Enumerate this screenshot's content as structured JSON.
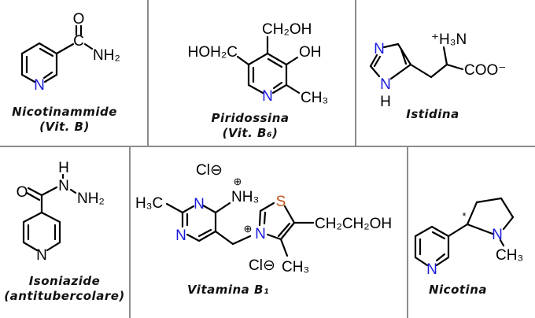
{
  "compounds": [
    {
      "name": "Nicotinammide",
      "subtitle": "(Vit. B)",
      "atoms": {
        "O": "O",
        "C": "C",
        "NH2": "NH₂",
        "N": "N"
      }
    },
    {
      "name": "Piridossina",
      "subtitle": "(Vit. B₆)",
      "atoms": {
        "CH2OH": "CH₂OH",
        "HOH2C": "HOH₂C",
        "OH": "OH",
        "N": "N",
        "CH3": "CH₃"
      }
    },
    {
      "name": "Istidina",
      "subtitle": "",
      "atoms": {
        "H3N": "⁺H₃N",
        "N": "N",
        "NH": "N",
        "H": "H",
        "COO": "COO⁻"
      }
    },
    {
      "name": "Isoniazide",
      "subtitle": "(antitubercolare)",
      "atoms": {
        "O": "O",
        "NH": "N",
        "H": "H",
        "NH2": "NH₂",
        "N": "N"
      }
    },
    {
      "name": "Vitamina B₁",
      "subtitle": "",
      "atoms": {
        "Cl1": "Cl⊖",
        "NH3plus": "⊕",
        "NH3": "NH₃",
        "H3C": "H₃C",
        "N1": "N",
        "N2": "N",
        "Nplus": "⊕",
        "N3": "N",
        "S": "S",
        "CH2CH2OH": "CH₂CH₂OH",
        "Cl2": "Cl⊖",
        "CH3": "CH₃"
      }
    },
    {
      "name": "Nicotina",
      "subtitle": "",
      "atoms": {
        "star": "*",
        "N": "N",
        "Npy": "N",
        "CH3": "CH₃"
      }
    }
  ],
  "colors": {
    "nitrogen": "#1a1adc",
    "sulfur": "#c0541a",
    "grid": "#8c8c8c"
  }
}
